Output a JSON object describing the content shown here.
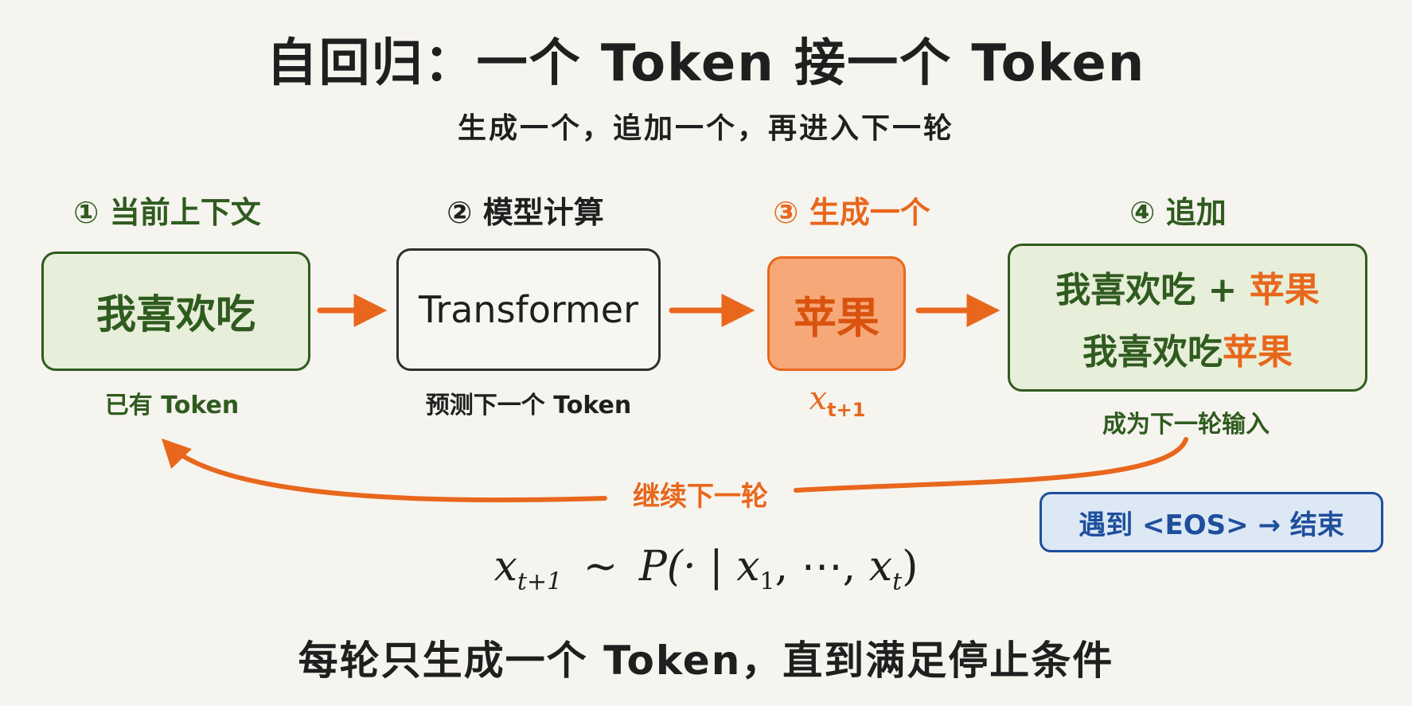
{
  "title": "自回归：一个 Token 接一个 Token",
  "subtitle": "生成一个，追加一个，再进入下一轮",
  "steps": [
    {
      "label": "① 当前上下文",
      "box_text": "我喜欢吃",
      "caption": "已有 Token"
    },
    {
      "label": "② 模型计算",
      "box_text": "Transformer",
      "caption": "预测下一个 Token"
    },
    {
      "label": "③ 生成一个",
      "box_text": "苹果",
      "caption_main": "x",
      "caption_sub": "t+1"
    },
    {
      "label": "④ 追加",
      "line1_prefix": "我喜欢吃 + ",
      "line1_suffix": "苹果",
      "line2_prefix": "我喜欢吃",
      "line2_suffix": "苹果",
      "caption": "成为下一轮输入"
    }
  ],
  "loop_label": "继续下一轮",
  "eos_badge": "遇到 <EOS> → 结束",
  "formula": {
    "x": "x",
    "sub_next": "t+1",
    "tilde": "~",
    "p_open": "P(· | ",
    "x1": "x",
    "sub_1": "1",
    "mid": ", ⋯, ",
    "xt": "x",
    "sub_t": "t",
    "close": ")"
  },
  "footer": "每轮只生成一个 Token，直到满足停止条件",
  "colors": {
    "green": "#2f5b1f",
    "green_fill": "#e7eed9",
    "orange": "#e8671c",
    "orange_fill": "#f7a878",
    "blue": "#1e4f9c",
    "blue_fill": "#dde8f5",
    "dark": "#1f1f1f"
  }
}
